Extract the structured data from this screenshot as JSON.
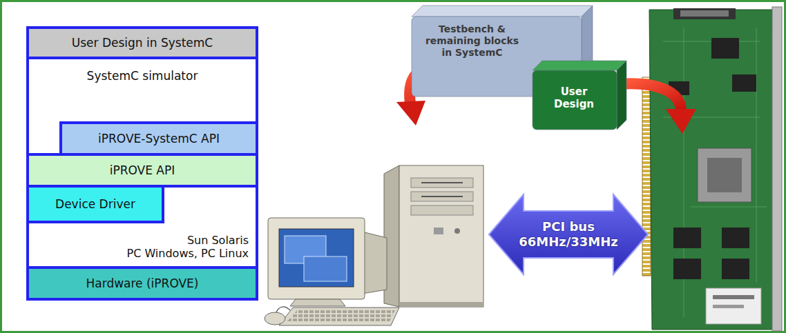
{
  "diagram": {
    "nodes": [
      {
        "text": [
          "User Design in SystemC"
        ]
      },
      {
        "text": [
          "SystemC simulator"
        ]
      },
      {
        "text": [
          "iPROVE-SystemC API"
        ],
        "in": 1
      },
      {
        "text": [
          "iPROVE API"
        ]
      },
      {
        "text": [
          "Sun Solaris PC Windows, PC Linux"
        ]
      },
      {
        "text": [
          "Device Driver"
        ],
        "in": 4
      },
      {
        "text": [
          "Hardware (iPROVE)"
        ]
      },
      {
        "text": [
          "Testbench & remaining blocks in SystemC"
        ]
      },
      {
        "text": [
          "User Design"
        ],
        "in": 7
      },
      {
        "text": [
          "PCI bus 66MHz/33MHz"
        ]
      }
    ]
  }
}
